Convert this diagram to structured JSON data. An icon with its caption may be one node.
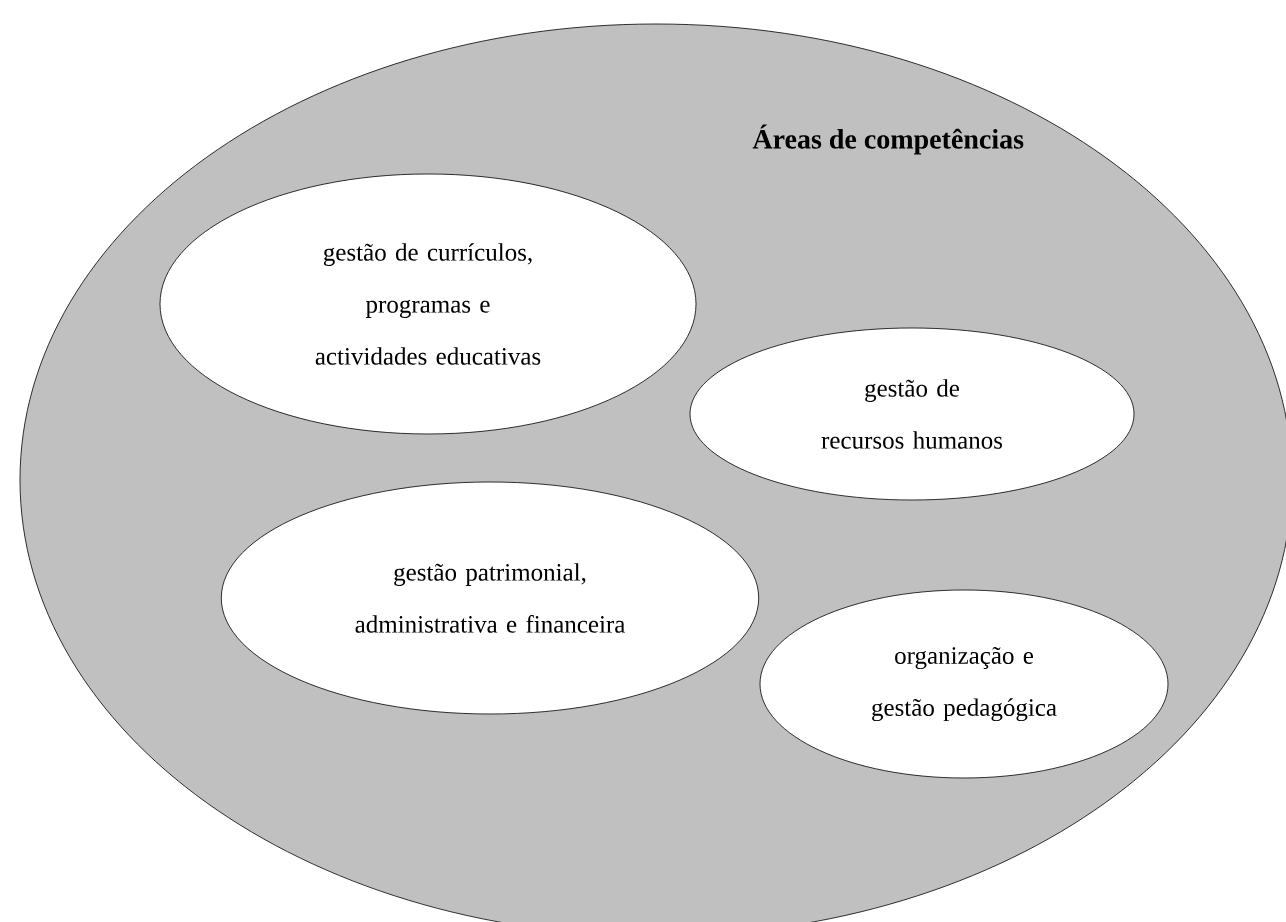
{
  "diagram": {
    "nodes": [
      {
        "text": [
          "Áreas de competências"
        ]
      },
      {
        "text": [
          "gestão de currículos, programas e actividades educativas"
        ],
        "in": 0
      },
      {
        "text": [
          "gestão de recursos humanos"
        ],
        "in": 0
      },
      {
        "text": [
          "gestão patrimonial, administrativa e financeira"
        ],
        "in": 0
      },
      {
        "text": [
          "organização e gestão pedagógica"
        ],
        "in": 0
      }
    ]
  }
}
